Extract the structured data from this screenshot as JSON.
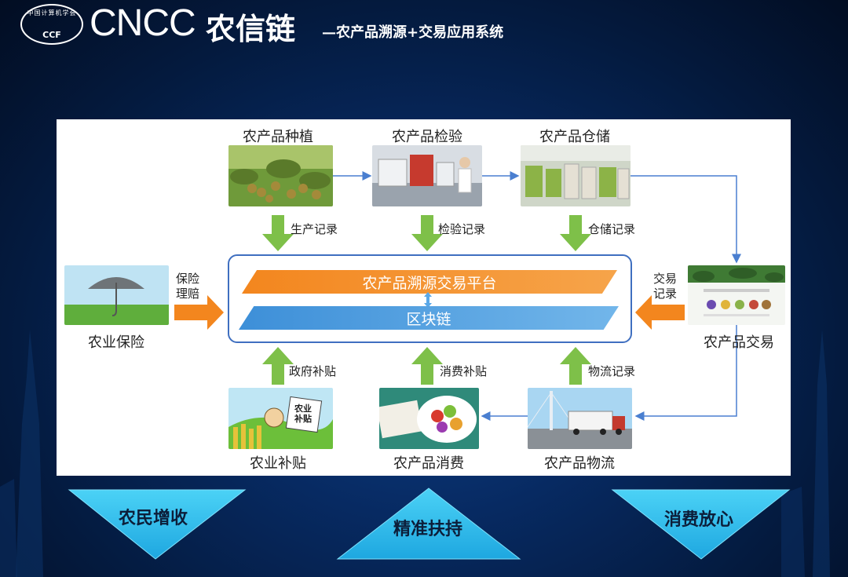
{
  "header": {
    "logo_ring_text": "中国计算机学会",
    "logo_mark": "CCF",
    "brand": "CNCC",
    "title_main": "农信链",
    "title_sub": "—农产品溯源+交易应用系统"
  },
  "diagram": {
    "nodes": {
      "planting": "农产品种植",
      "inspection": "农产品检验",
      "storage": "农产品仓储",
      "insurance": "农业保险",
      "trade": "农产品交易",
      "subsidy": "农业补贴",
      "consumption": "农产品消费",
      "logistics": "农产品物流"
    },
    "records": {
      "production": "生产记录",
      "inspection": "检验记录",
      "storage": "仓储记录",
      "insurance_line1": "保险",
      "insurance_line2": "理赔",
      "trade_line1": "交易",
      "trade_line2": "记录",
      "gov_subsidy": "政府补贴",
      "consumer_subsidy": "消费补贴",
      "logistics": "物流记录"
    },
    "platform": {
      "top_band": "农产品溯源交易平台",
      "bottom_band": "区块链"
    },
    "subsidy_card_text": "农业\n补贴"
  },
  "outcomes": {
    "left": "农民增收",
    "middle": "精准扶持",
    "right": "消费放心"
  },
  "colors": {
    "orange": "#f3861e",
    "blue_band": "#3d8fd8",
    "green_arrow": "#7ec049",
    "triangle": "#29b8ea"
  }
}
